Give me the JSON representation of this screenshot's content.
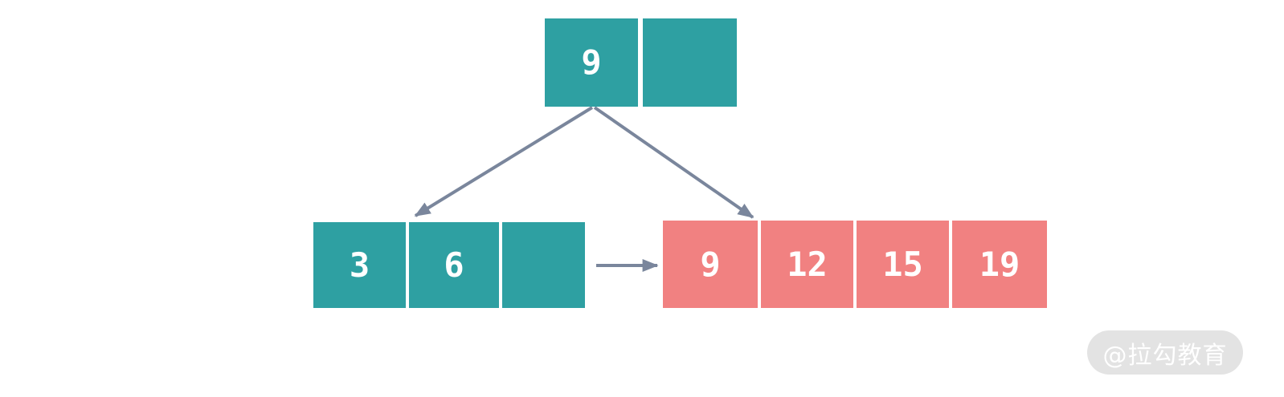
{
  "diagram": {
    "kind": "b-plus-tree-node-split",
    "colors": {
      "internal_node": "#2EA0A2",
      "leaf_node_teal": "#2EA0A2",
      "leaf_node_pink": "#F18181",
      "arrow": "#7A869C",
      "cell_text": "#FFFFFF",
      "watermark_bg": "#E3E3E3",
      "watermark_text": "#FFFFFF",
      "background": "#FFFFFF"
    },
    "nodes": {
      "root": {
        "cells": [
          "9",
          ""
        ]
      },
      "left_leaf": {
        "cells": [
          "3",
          "6",
          ""
        ]
      },
      "right_leaf": {
        "cells": [
          "9",
          "12",
          "15",
          "19"
        ]
      }
    },
    "edges": [
      {
        "name": "root-to-left-leaf"
      },
      {
        "name": "root-to-right-leaf"
      },
      {
        "name": "left-leaf-to-right-leaf-link"
      }
    ],
    "watermark": {
      "text": "@拉勾教育"
    }
  }
}
